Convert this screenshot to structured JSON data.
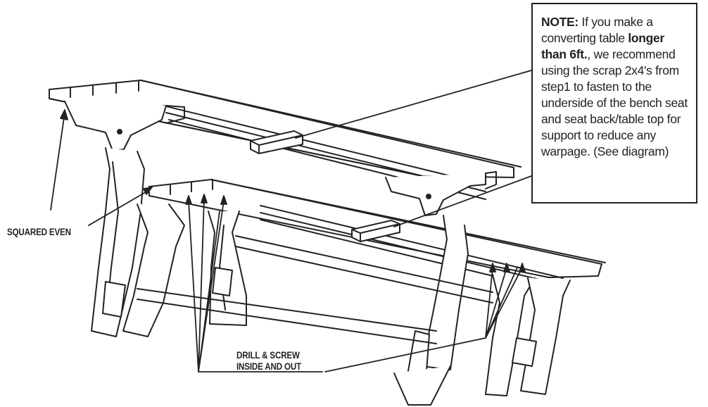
{
  "note": {
    "label": "NOTE:",
    "part1": " If you make a converting table ",
    "bold1": "longer than 6ft.",
    "part2": ", we recommend using the scrap 2x4's from step1 to fasten to the underside of the bench seat and seat back/table top for support to reduce any warpage. (See diagram)"
  },
  "callouts": {
    "squared_even": "SQUARED EVEN",
    "drill_line1": "DRILL & SCREW",
    "drill_line2": "INSIDE AND OUT"
  },
  "colors": {
    "ink": "#222222",
    "paper": "#ffffff"
  }
}
